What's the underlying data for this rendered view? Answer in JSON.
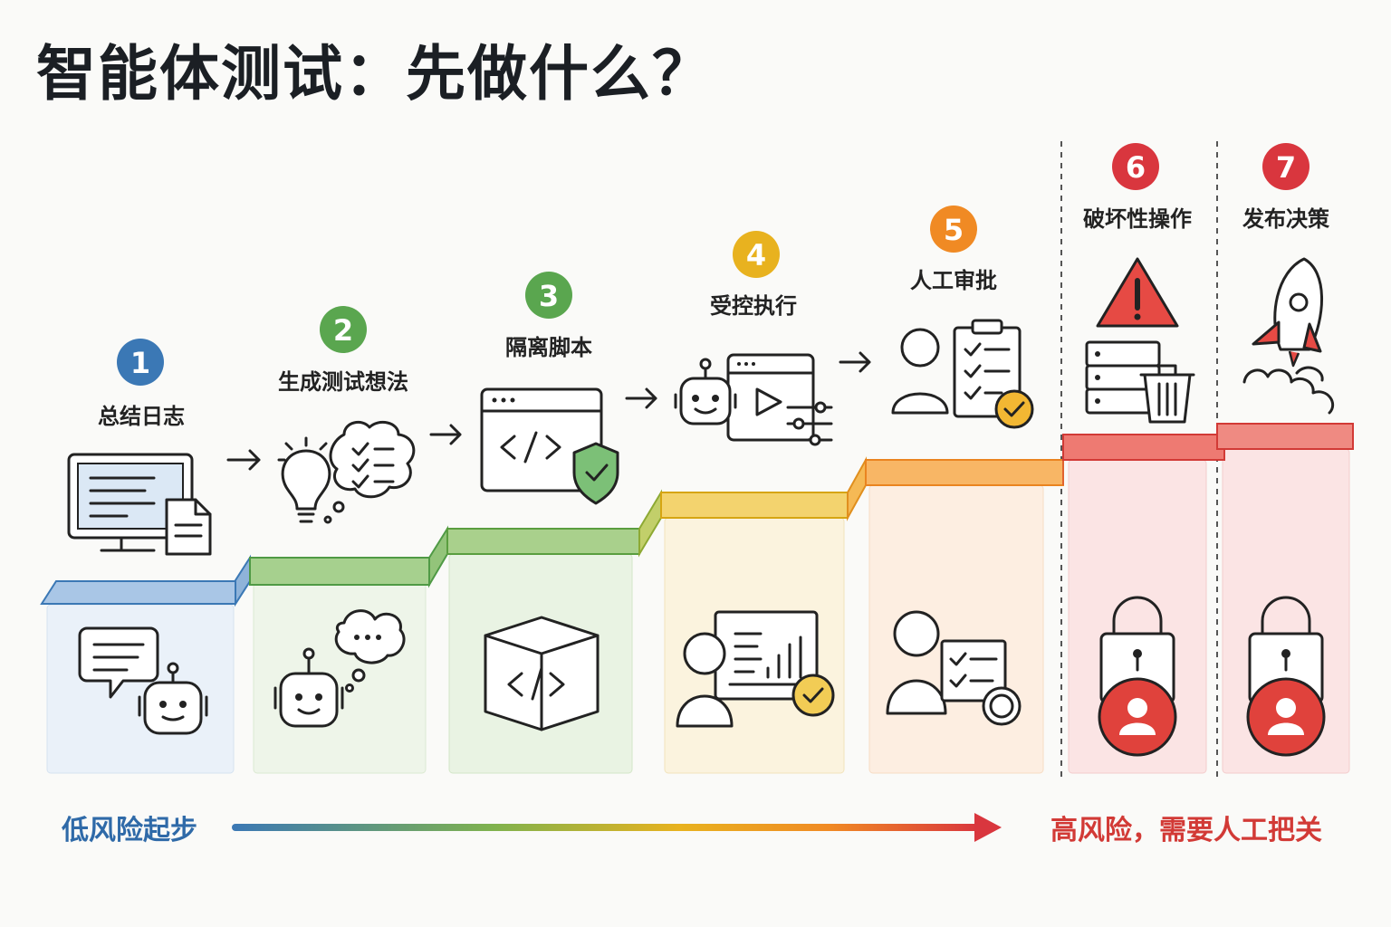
{
  "title": "智能体测试：先做什么？",
  "steps": [
    {
      "num": "1",
      "label": "总结日志",
      "color": "#3b78b5"
    },
    {
      "num": "2",
      "label": "生成测试想法",
      "color": "#5aa64f"
    },
    {
      "num": "3",
      "label": "隔离脚本",
      "color": "#5aa64f"
    },
    {
      "num": "4",
      "label": "受控执行",
      "color": "#e8b21f"
    },
    {
      "num": "5",
      "label": "人工审批",
      "color": "#f08a24"
    },
    {
      "num": "6",
      "label": "破坏性操作",
      "color": "#d9363e"
    },
    {
      "num": "7",
      "label": "发布决策",
      "color": "#d9363e"
    }
  ],
  "scale": {
    "low_label": "低风险起步",
    "high_label": "高风险，需要人工把关",
    "low_color": "#2f6aa8",
    "high_color": "#d23a36"
  }
}
